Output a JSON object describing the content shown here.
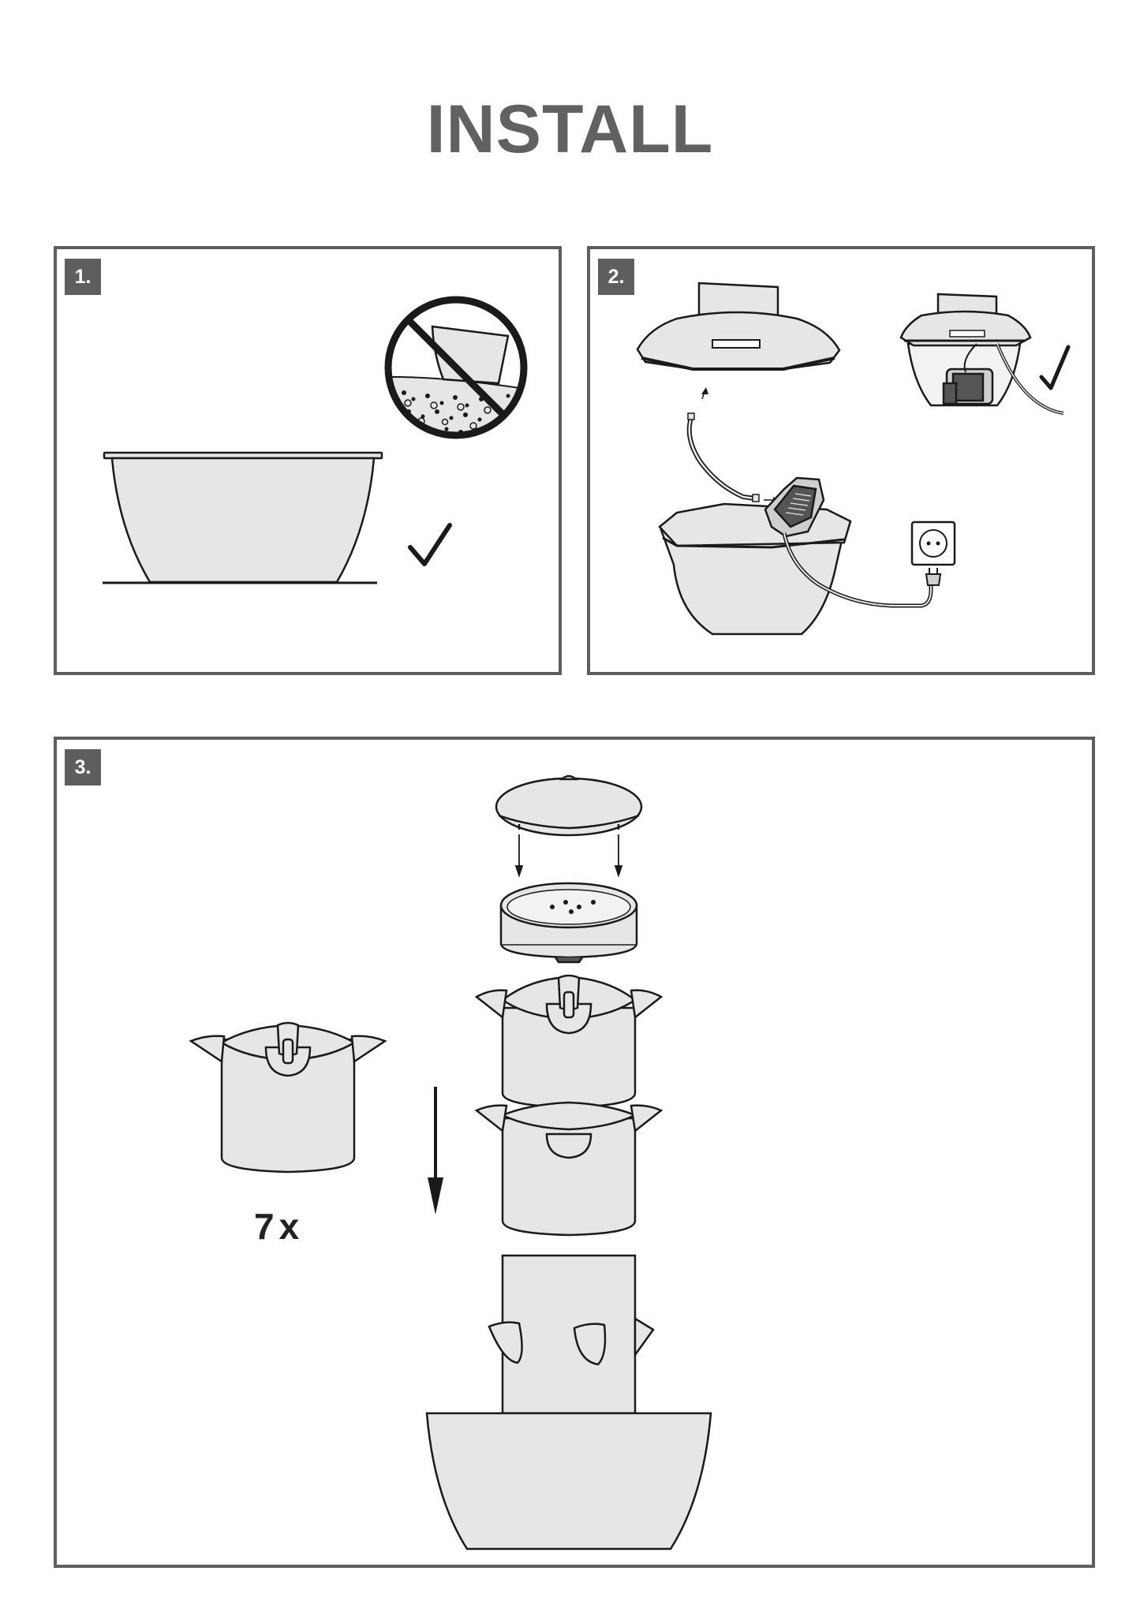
{
  "page": {
    "title": "INSTALL"
  },
  "steps": [
    {
      "label": "1."
    },
    {
      "label": "2."
    },
    {
      "label": "3.",
      "quantity": "7x"
    }
  ],
  "colors": {
    "frame": "#5e5e5e",
    "title": "#616161",
    "fill": "#e6e6e6",
    "ink": "#1a1a1a"
  }
}
